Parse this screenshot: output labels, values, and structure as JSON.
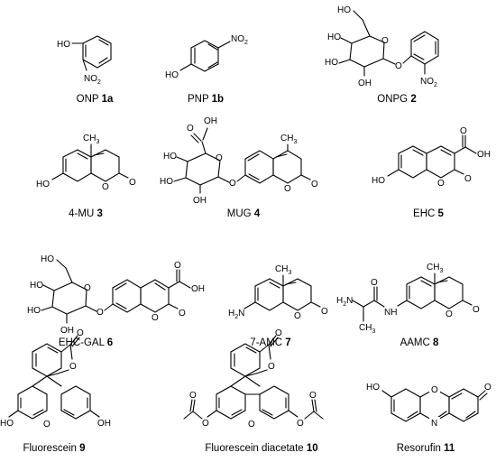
{
  "compounds": [
    {
      "name": "ONP",
      "number": "1a"
    },
    {
      "name": "PNP",
      "number": "1b"
    },
    {
      "name": "ONPG",
      "number": "2"
    },
    {
      "name": "4-MU",
      "number": "3"
    },
    {
      "name": "MUG",
      "number": "4"
    },
    {
      "name": "EHC",
      "number": "5"
    },
    {
      "name": "EHC-GAL",
      "number": "6"
    },
    {
      "name": "7-AMC",
      "number": "7"
    },
    {
      "name": "AAMC",
      "number": "8"
    },
    {
      "name": "Fluorescein",
      "number": "9"
    },
    {
      "name": "Fluorescein diacetate",
      "number": "10"
    },
    {
      "name": "Resorufin",
      "number": "11"
    }
  ],
  "atoms": {
    "ho": "HO",
    "oh": "OH",
    "o": "O",
    "no2": "NO",
    "no2_sub": "2",
    "ch3": "CH",
    "ch3_sub": "3",
    "h2n": "H N",
    "h2n_sub": "2",
    "nh": "NH",
    "n": "N",
    "h": "H",
    "n_sub": ""
  }
}
